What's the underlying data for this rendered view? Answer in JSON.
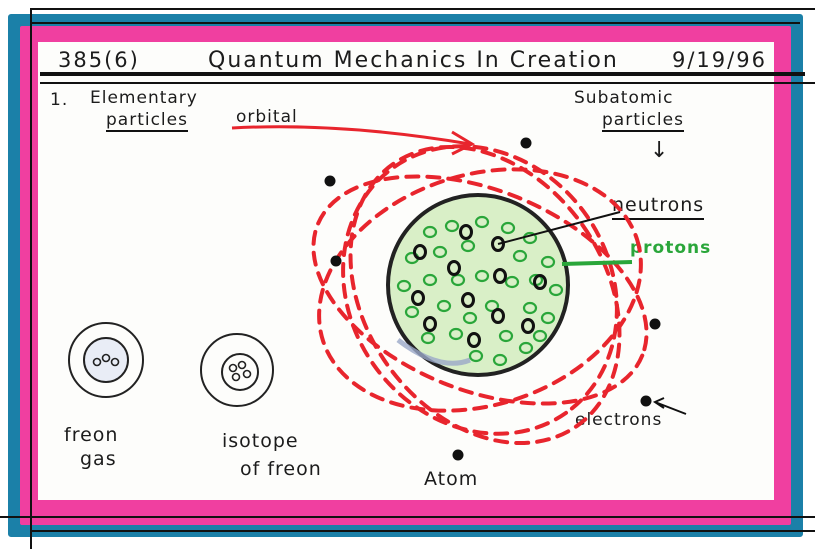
{
  "card": {
    "lesson_number": "385(6)",
    "title": "Quantum Mechanics In Creation",
    "date": "9/19/96",
    "section_number": "1.",
    "elementary_line1": "Elementary",
    "elementary_line2": "particles",
    "orbital": "orbital",
    "subatomic_line1": "Subatomic",
    "subatomic_line2": "particles",
    "arrow_down": "↓",
    "neutrons": "neutrons",
    "protons": "protons",
    "electrons": "electrons",
    "atom": "Atom",
    "freon_line1": "freon",
    "freon_line2": "gas",
    "isotope_line1": "isotope",
    "isotope_line2": "of freon"
  },
  "colors": {
    "blue_frame": "#1b80a8",
    "pink_frame": "#f03fa0",
    "orbit_red": "#e8252d",
    "proton_green": "#2aa63a",
    "nucleus_fill": "#d9efc7"
  }
}
